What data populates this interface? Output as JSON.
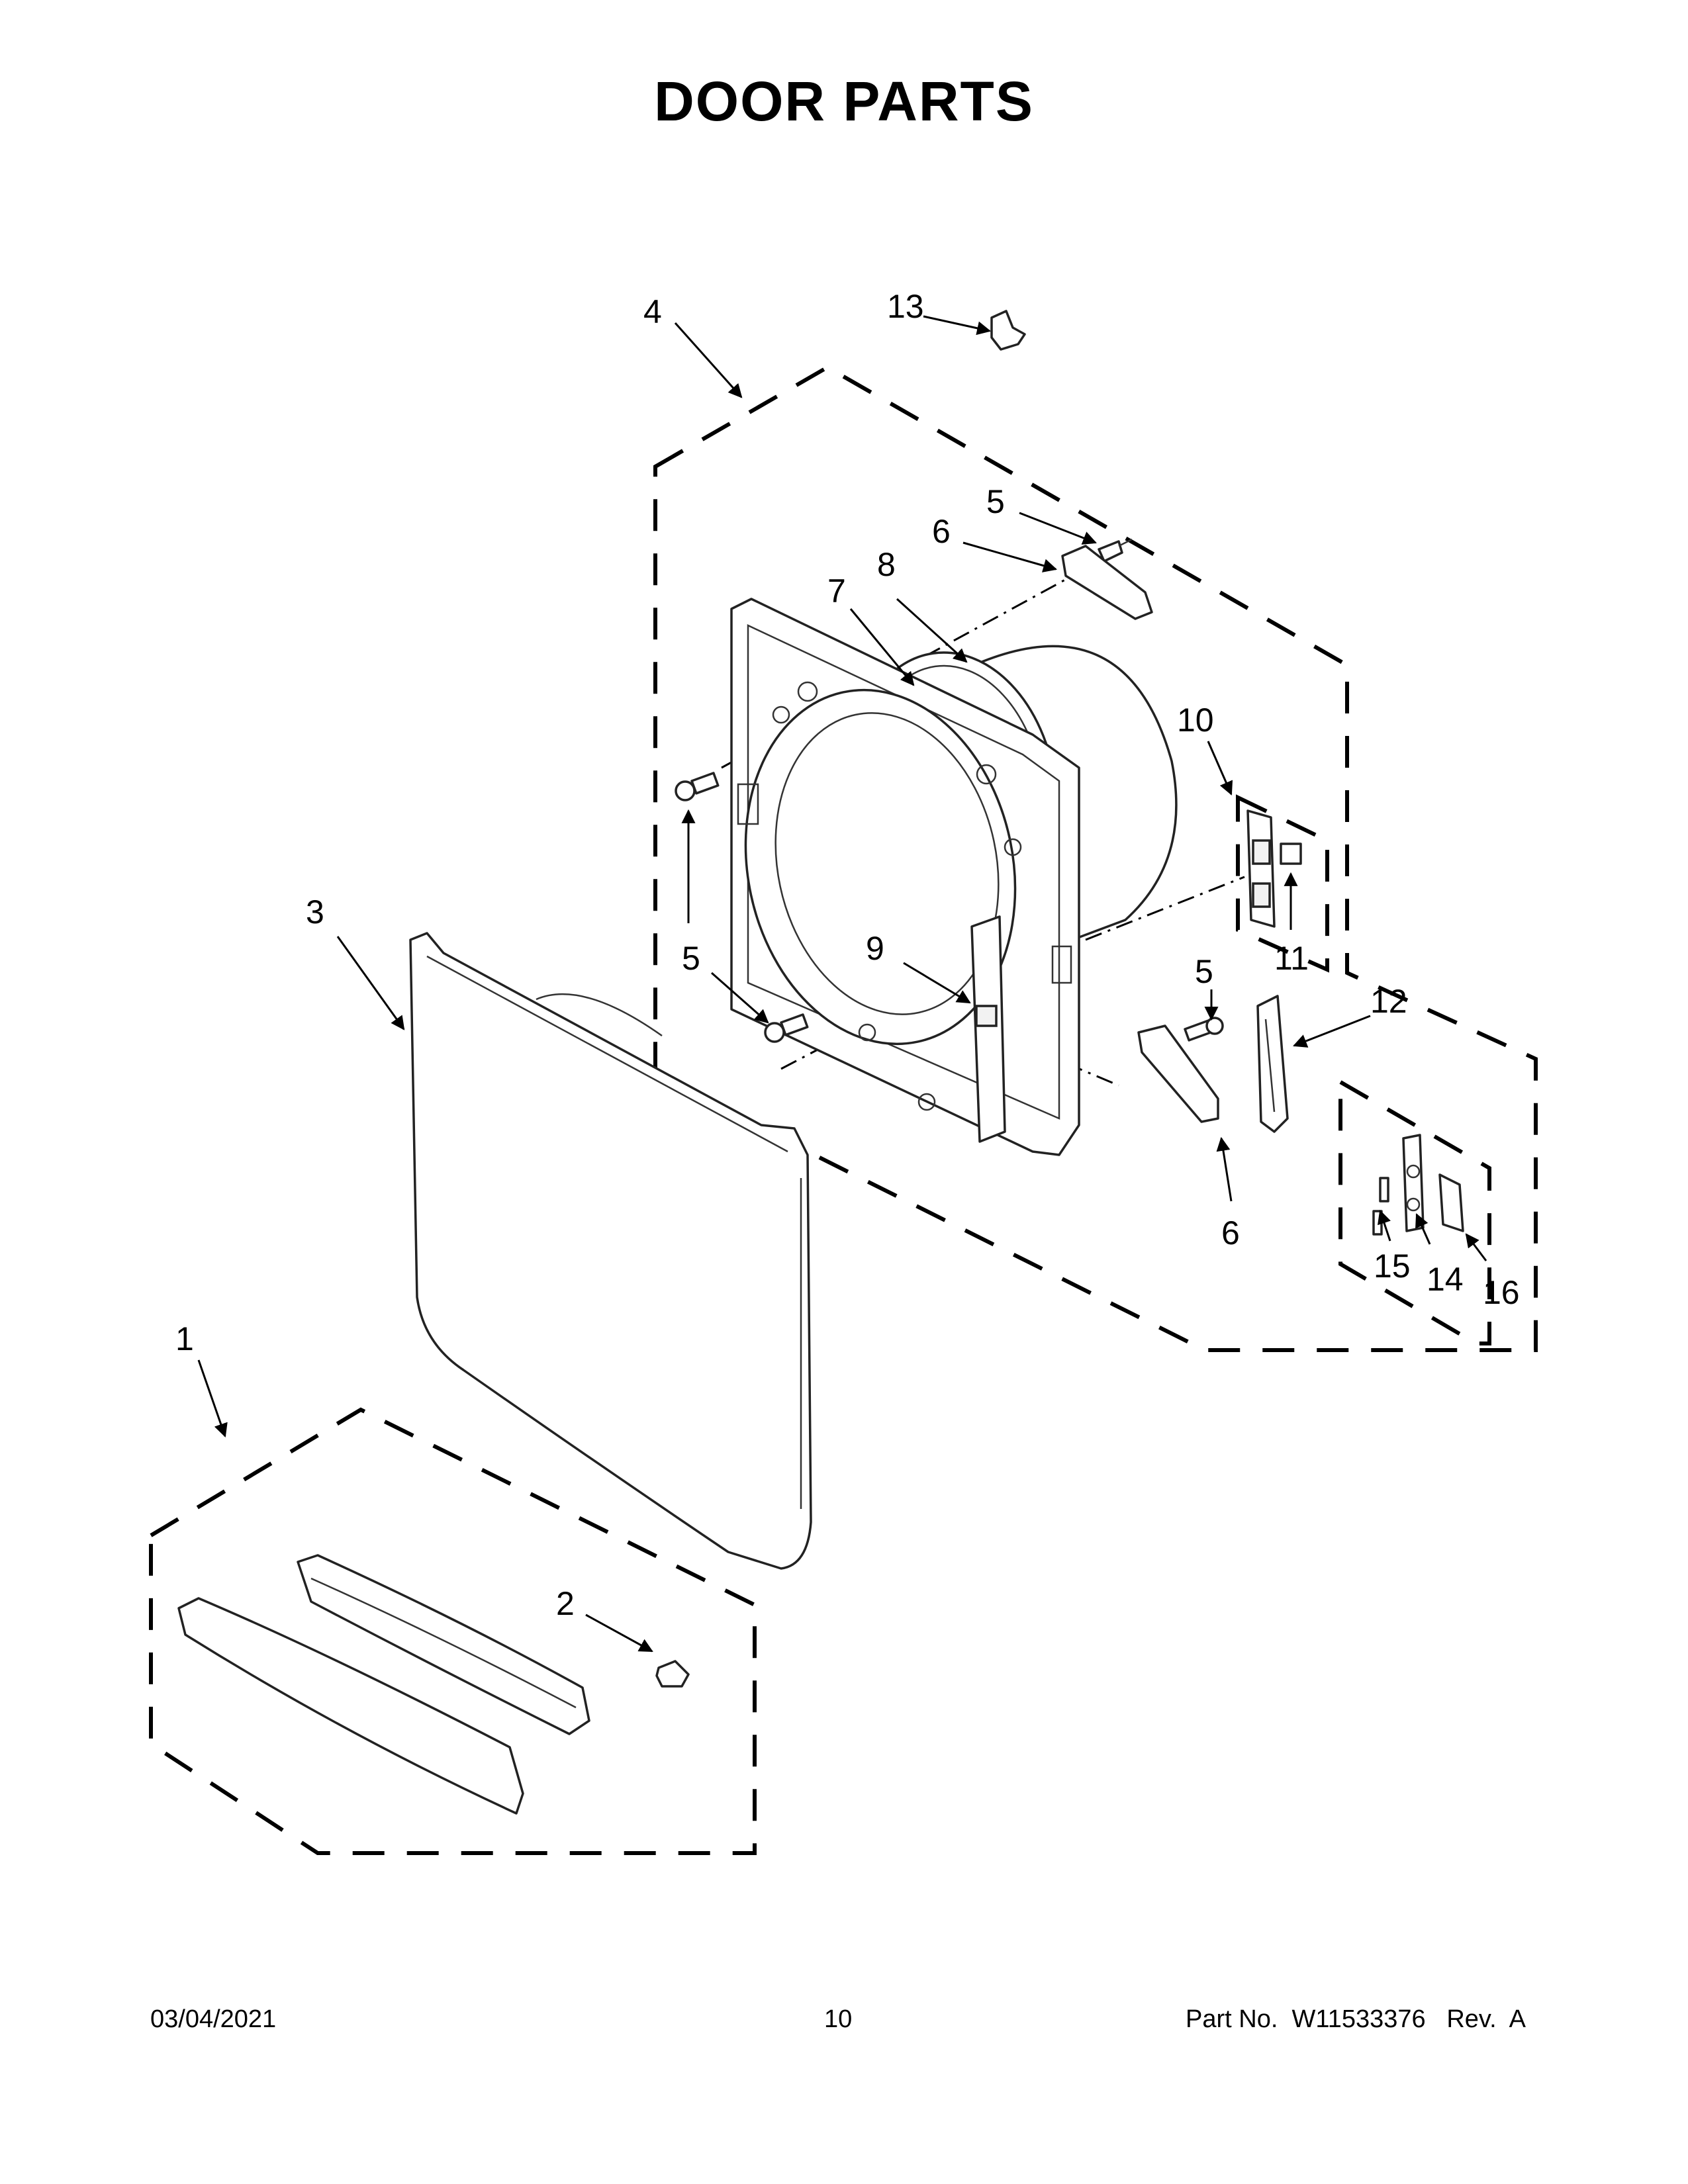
{
  "header": {
    "title": "DOOR PARTS"
  },
  "footer": {
    "date": "03/04/2021",
    "page_number": "10",
    "part_number": "Part No.  W11533376   Rev.  A"
  },
  "callouts": [
    {
      "id": "c1",
      "label": "1"
    },
    {
      "id": "c2",
      "label": "2"
    },
    {
      "id": "c3",
      "label": "3"
    },
    {
      "id": "c4",
      "label": "4"
    },
    {
      "id": "c5a",
      "label": "5"
    },
    {
      "id": "c5b",
      "label": "5"
    },
    {
      "id": "c5c",
      "label": "5"
    },
    {
      "id": "c6a",
      "label": "6"
    },
    {
      "id": "c6b",
      "label": "6"
    },
    {
      "id": "c7",
      "label": "7"
    },
    {
      "id": "c8",
      "label": "8"
    },
    {
      "id": "c9",
      "label": "9"
    },
    {
      "id": "c10",
      "label": "10"
    },
    {
      "id": "c11",
      "label": "11"
    },
    {
      "id": "c12",
      "label": "12"
    },
    {
      "id": "c13",
      "label": "13"
    },
    {
      "id": "c14",
      "label": "14"
    },
    {
      "id": "c15",
      "label": "15"
    },
    {
      "id": "c16",
      "label": "16"
    }
  ]
}
